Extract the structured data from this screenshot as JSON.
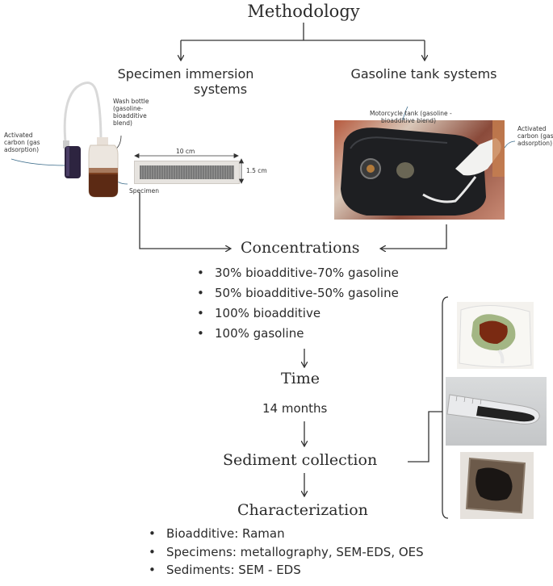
{
  "title": "Methodology",
  "left_branch": {
    "heading_line1": "Specimen immersion",
    "heading_line2": "systems",
    "wash_bottle_label": [
      "Wash bottle",
      "(gasoline-",
      "bioadditive",
      "blend)"
    ],
    "activated_carbon_label": [
      "Activated",
      "carbon (gas",
      "adsorption)"
    ],
    "specimen_label": "Specimen",
    "width_label": "10 cm",
    "height_label": "1.5 cm"
  },
  "right_branch": {
    "heading": "Gasoline tank systems",
    "tank_label": [
      "Motorcycle tank (gasoline -",
      "bioadditive blend)"
    ],
    "activated_carbon_label": [
      "Activated",
      "carbon (gas",
      "adsorption)"
    ]
  },
  "concentrations": {
    "heading": "Concentrations",
    "items": [
      "30% bioadditive-70% gasoline",
      "50% bioadditive-50% gasoline",
      "100% bioadditive",
      "100% gasoline"
    ]
  },
  "time": {
    "heading": "Time",
    "value": "14 months"
  },
  "sediment": {
    "heading": "Sediment collection"
  },
  "characterization": {
    "heading": "Characterization",
    "items": [
      "Bioadditive: Raman",
      "Specimens: metallography, SEM-EDS, OES",
      "Sediments: SEM - EDS"
    ]
  }
}
